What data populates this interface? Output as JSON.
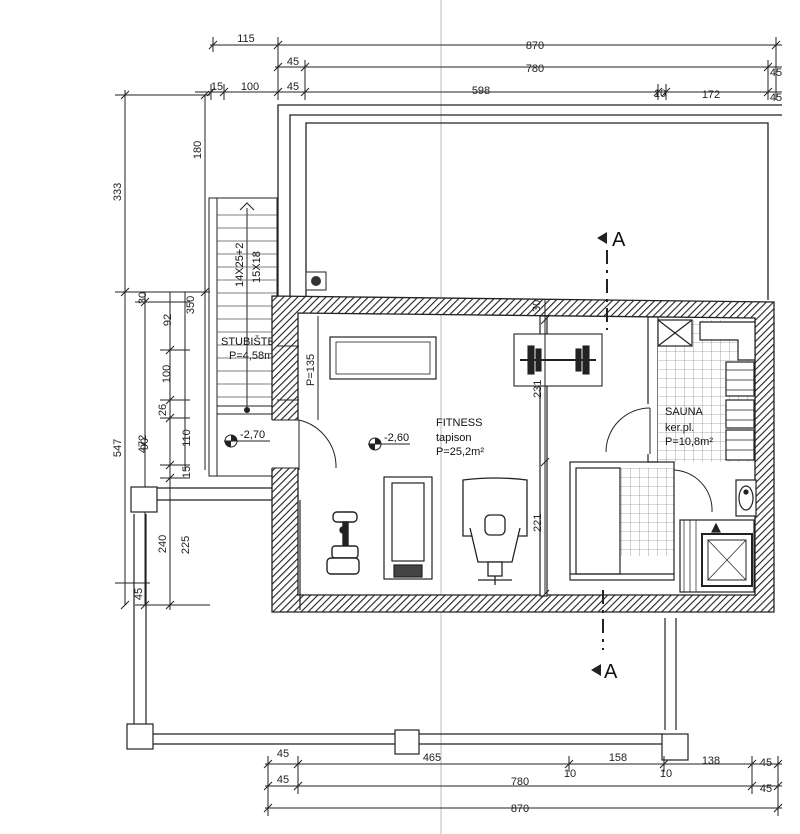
{
  "dims_top": {
    "row1": [
      "115",
      "870"
    ],
    "row2": [
      "45",
      "780",
      "45"
    ],
    "row3": [
      "15",
      "100",
      "45",
      "598",
      "10",
      "172",
      "45"
    ]
  },
  "dims_bottom": {
    "row1": [
      "45",
      "465",
      "158",
      "138",
      "45",
      "10",
      "10"
    ],
    "row2": [
      "45",
      "780",
      "45"
    ],
    "row3": "870"
  },
  "dims_left": [
    "333",
    "180",
    "547",
    "350",
    "30",
    "92",
    "472",
    "100",
    "26",
    "90",
    "110",
    "15",
    "240",
    "225",
    "45"
  ],
  "dims_inner": [
    "P=135",
    "30",
    "231",
    "221"
  ],
  "rooms": {
    "stair": {
      "name": "STUBIŠTE",
      "area": "P=4,58m²",
      "steps1": "14X25+2",
      "steps2": "15X18",
      "level": "-2,70"
    },
    "fitness": {
      "name": "FITNESS",
      "floor": "tapison",
      "area": "P=25,2m²",
      "level": "-2,60"
    },
    "sauna": {
      "name": "SAUNA",
      "floor": "ker.pl.",
      "area": "P=10,8m²"
    }
  },
  "section_marks": [
    "A",
    "A"
  ]
}
